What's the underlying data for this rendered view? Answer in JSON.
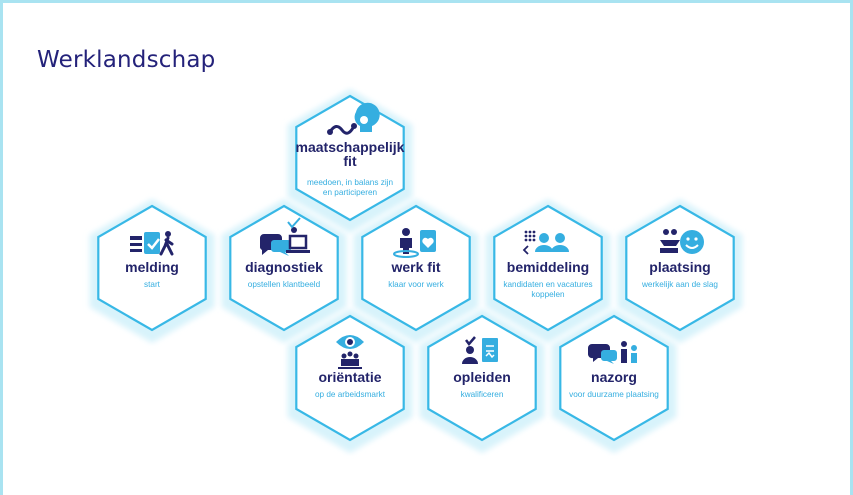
{
  "page": {
    "title": "Werklandschap"
  },
  "colors": {
    "navy": "#23246a",
    "accent": "#35aee0",
    "frame": "#a9e3f1"
  },
  "tiles": [
    {
      "id": "maatschappelijk-fit",
      "label_lines": [
        "maatschappelijk",
        "fit"
      ],
      "sub_lines": [
        "meedoen, in balans zijn",
        "en participeren"
      ],
      "icon": "brain-path-icon"
    },
    {
      "id": "melding",
      "label_lines": [
        "melding"
      ],
      "sub_lines": [
        "start"
      ],
      "icon": "clipboard-walker-icon"
    },
    {
      "id": "diagnostiek",
      "label_lines": [
        "diagnostiek"
      ],
      "sub_lines": [
        "opstellen klantbeeld"
      ],
      "icon": "chat-laptop-icon"
    },
    {
      "id": "werk-fit",
      "label_lines": [
        "werk fit"
      ],
      "sub_lines": [
        "klaar voor werk"
      ],
      "icon": "person-heart-icon"
    },
    {
      "id": "bemiddeling",
      "label_lines": [
        "bemiddeling"
      ],
      "sub_lines": [
        "kandidaten en vacatures",
        "koppelen"
      ],
      "icon": "people-match-icon"
    },
    {
      "id": "plaatsing",
      "label_lines": [
        "plaatsing"
      ],
      "sub_lines": [
        "werkelijk aan de slag"
      ],
      "icon": "handshake-smile-icon"
    },
    {
      "id": "orientatie",
      "label_lines": [
        "oriëntatie"
      ],
      "sub_lines": [
        "op de arbeidsmarkt"
      ],
      "icon": "eye-people-icon"
    },
    {
      "id": "opleiden",
      "label_lines": [
        "opleiden"
      ],
      "sub_lines": [
        "kwalificeren"
      ],
      "icon": "student-document-icon"
    },
    {
      "id": "nazorg",
      "label_lines": [
        "nazorg"
      ],
      "sub_lines": [
        "voor duurzame plaatsing"
      ],
      "icon": "chat-people-icon"
    }
  ]
}
